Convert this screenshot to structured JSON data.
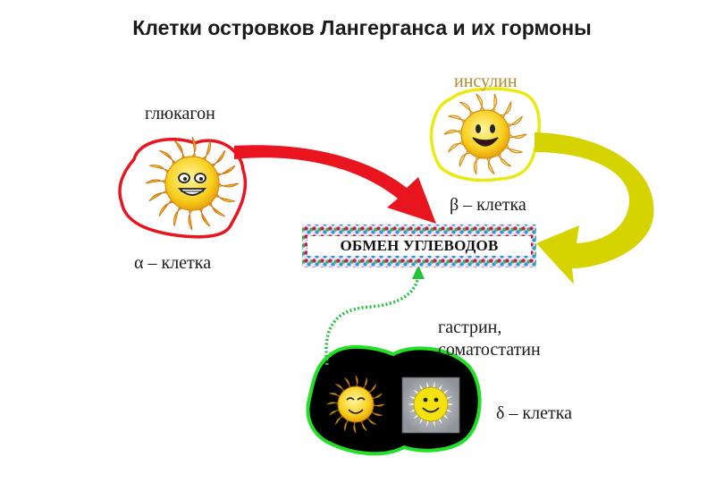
{
  "title": "Клетки островков Лангерганса и их гормоны",
  "hormones": {
    "insulin": "инсулин",
    "glucagon": "глюкагон",
    "gastrin_line1": "гастрин,",
    "gastrin_line2": "соматостатин"
  },
  "cells": {
    "beta": "β – клетка",
    "alpha": "α – клетка",
    "delta": "δ – клетка"
  },
  "center": {
    "label": "ОБМЕН УГЛЕВОДОВ"
  },
  "colors": {
    "alpha_arrow": "#e8141e",
    "beta_arrow": "#d6d400",
    "delta_arrow": "#22c43a",
    "insulin_text": "#b0892a"
  }
}
